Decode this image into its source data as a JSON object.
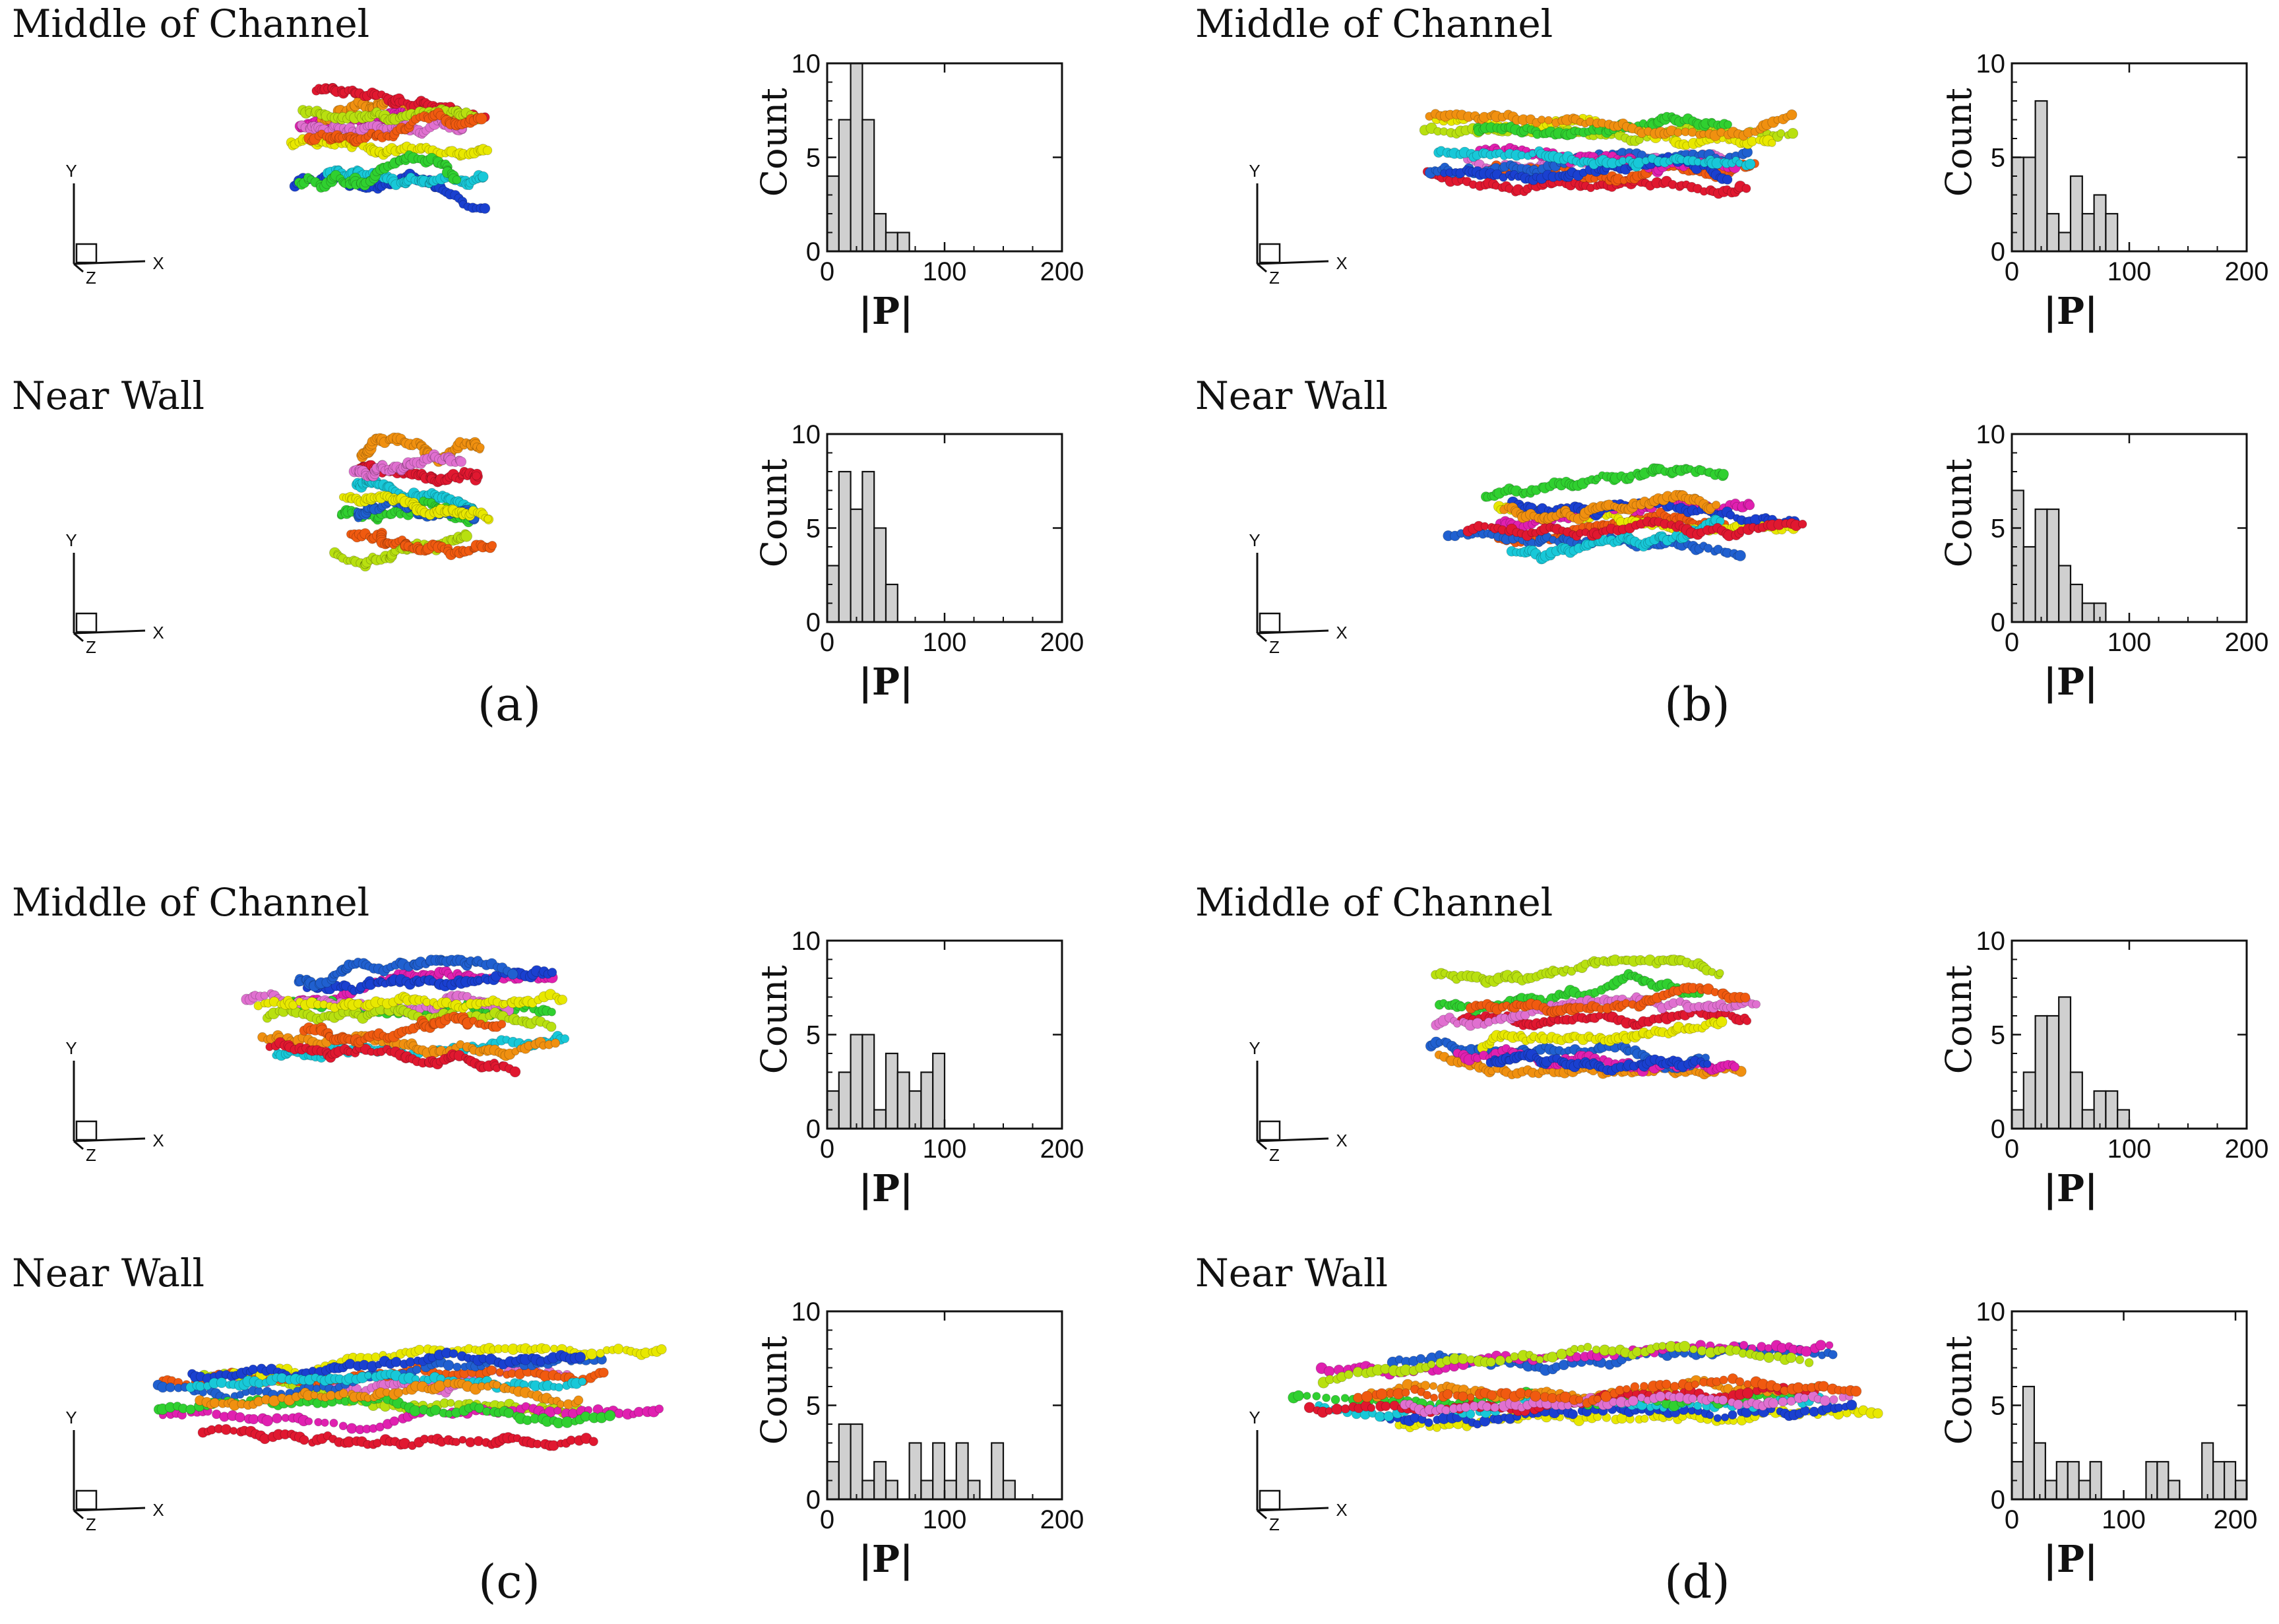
{
  "figure": {
    "row_labels": {
      "middle": "Middle of Channel",
      "wall": "Near Wall"
    },
    "panel_letters": [
      "(a)",
      "(b)",
      "(c)",
      "(d)"
    ],
    "triad_labels": {
      "x": "X",
      "y": "Y",
      "z": "Z"
    },
    "bead_colors": [
      "#e8e800",
      "#e020b0",
      "#1a40d0",
      "#18c8d8",
      "#30d030",
      "#f09010",
      "#e01830",
      "#e070d0",
      "#b8e010",
      "#f05a10",
      "#2060d0"
    ],
    "bar_fill": "#d0d0d0",
    "bar_stroke": "#111111"
  },
  "chart_data": [
    {
      "type": "bar",
      "panel": "(a)",
      "row": "Middle of Channel",
      "bin_width": 10,
      "x_start": 0,
      "values": [
        4,
        7,
        10,
        7,
        2,
        1,
        1
      ],
      "xlabel": "|P|",
      "ylabel": "Count",
      "xlim": [
        0,
        200
      ],
      "ylim": [
        0,
        10
      ],
      "xticks": [
        0,
        100,
        200
      ],
      "yticks": [
        0,
        5,
        10
      ]
    },
    {
      "type": "bar",
      "panel": "(a)",
      "row": "Near Wall",
      "bin_width": 10,
      "x_start": 0,
      "values": [
        3,
        8,
        6,
        8,
        5,
        2
      ],
      "xlabel": "|P|",
      "ylabel": "Count",
      "xlim": [
        0,
        200
      ],
      "ylim": [
        0,
        10
      ],
      "xticks": [
        0,
        100,
        200
      ],
      "yticks": [
        0,
        5,
        10
      ]
    },
    {
      "type": "bar",
      "panel": "(b)",
      "row": "Middle of Channel",
      "bin_width": 10,
      "x_start": 0,
      "values": [
        5,
        5,
        8,
        2,
        1,
        4,
        2,
        3,
        2
      ],
      "xlabel": "|P|",
      "ylabel": "Count",
      "xlim": [
        0,
        200
      ],
      "ylim": [
        0,
        10
      ],
      "xticks": [
        0,
        100,
        200
      ],
      "yticks": [
        0,
        5,
        10
      ]
    },
    {
      "type": "bar",
      "panel": "(b)",
      "row": "Near Wall",
      "bin_width": 10,
      "x_start": 0,
      "values": [
        7,
        4,
        6,
        6,
        3,
        2,
        1,
        1
      ],
      "xlabel": "|P|",
      "ylabel": "Count",
      "xlim": [
        0,
        200
      ],
      "ylim": [
        0,
        10
      ],
      "xticks": [
        0,
        100,
        200
      ],
      "yticks": [
        0,
        5,
        10
      ]
    },
    {
      "type": "bar",
      "panel": "(c)",
      "row": "Middle of Channel",
      "bin_width": 10,
      "x_start": 0,
      "values": [
        2,
        3,
        5,
        5,
        1,
        4,
        3,
        2,
        3,
        4
      ],
      "xlabel": "|P|",
      "ylabel": "Count",
      "xlim": [
        0,
        200
      ],
      "ylim": [
        0,
        10
      ],
      "xticks": [
        0,
        100,
        200
      ],
      "yticks": [
        0,
        5,
        10
      ]
    },
    {
      "type": "bar",
      "panel": "(c)",
      "row": "Near Wall",
      "bin_width": 10,
      "x_start": 0,
      "values": [
        2,
        4,
        4,
        1,
        2,
        1,
        0,
        3,
        1,
        3,
        1,
        3,
        1,
        0,
        3,
        1
      ],
      "xlabel": "|P|",
      "ylabel": "Count",
      "xlim": [
        0,
        200
      ],
      "ylim": [
        0,
        10
      ],
      "xticks": [
        0,
        100,
        200
      ],
      "yticks": [
        0,
        5,
        10
      ]
    },
    {
      "type": "bar",
      "panel": "(d)",
      "row": "Middle of Channel",
      "bin_width": 10,
      "x_start": 0,
      "values": [
        1,
        3,
        6,
        6,
        7,
        3,
        1,
        2,
        2,
        1
      ],
      "xlabel": "|P|",
      "ylabel": "Count",
      "xlim": [
        0,
        200
      ],
      "ylim": [
        0,
        10
      ],
      "xticks": [
        0,
        100,
        200
      ],
      "yticks": [
        0,
        5,
        10
      ]
    },
    {
      "type": "bar",
      "panel": "(d)",
      "row": "Near Wall",
      "bin_width": 10,
      "x_start": 0,
      "values": [
        2,
        6,
        3,
        1,
        2,
        2,
        1,
        2,
        0,
        0,
        0,
        0,
        2,
        2,
        1,
        0,
        0,
        3,
        2,
        2,
        1
      ],
      "xlabel": "|P|",
      "ylabel": "Count",
      "xlim": [
        0,
        210
      ],
      "ylim": [
        0,
        10
      ],
      "xticks": [
        0,
        100,
        200
      ],
      "yticks": [
        0,
        5,
        10
      ]
    }
  ]
}
